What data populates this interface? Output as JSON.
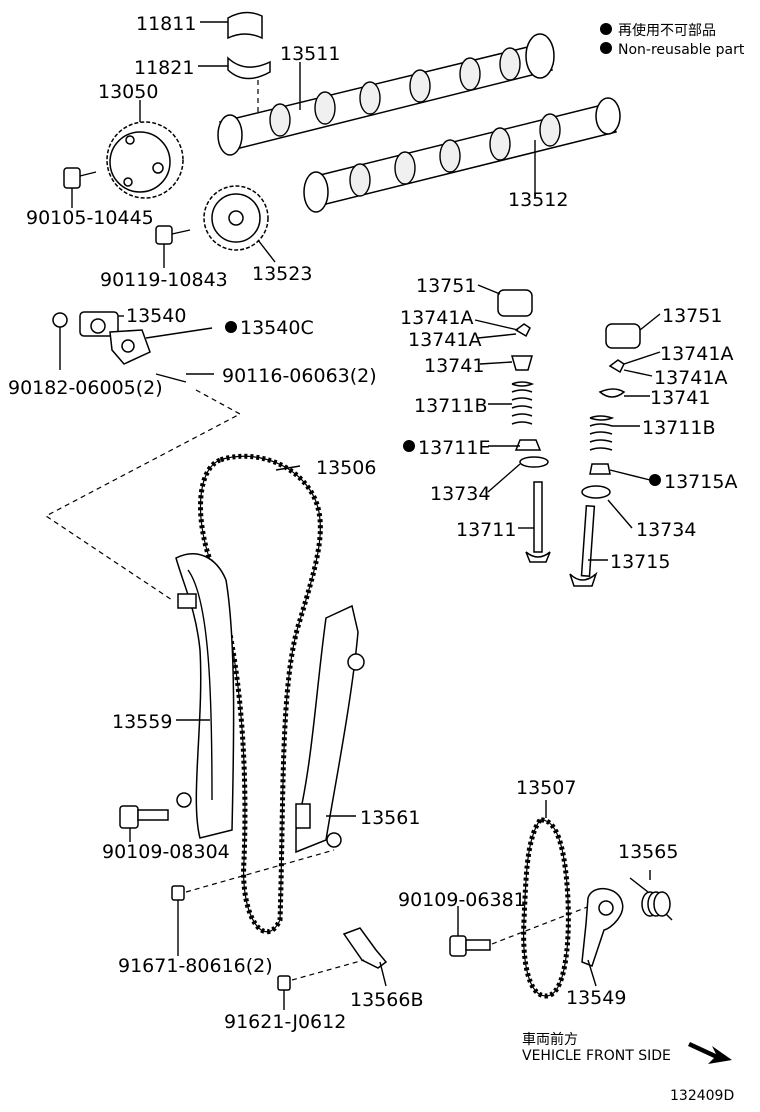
{
  "legend": {
    "jp": "再使用不可部品",
    "en": "Non-reusable part"
  },
  "labels": {
    "p11811": "11811",
    "p11821": "11821",
    "p13511": "13511",
    "p13050": "13050",
    "p90105": "90105-10445",
    "p13512": "13512",
    "p90119": "90119-10843",
    "p13523": "13523",
    "p13540": "13540",
    "p13540c": "13540C",
    "p90182": "90182-06005(2)",
    "p90116": "90116-06063(2)",
    "p13751a": "13751",
    "p13741a_1": "13741A",
    "p13741a_2": "13741A",
    "p13741_1": "13741",
    "p13711b_1": "13711B",
    "p13711e": "13711E",
    "p13734_1": "13734",
    "p13711": "13711",
    "p13751b": "13751",
    "p13741a_3": "13741A",
    "p13741a_4": "13741A",
    "p13741_2": "13741",
    "p13711b_2": "13711B",
    "p13715a": "13715A",
    "p13734_2": "13734",
    "p13715": "13715",
    "p13506": "13506",
    "p13559": "13559",
    "p90109a": "90109-08304",
    "p13561": "13561",
    "p13507": "13507",
    "p13565": "13565",
    "p90109b": "90109-06381",
    "p91671": "91671-80616(2)",
    "p13549": "13549",
    "p13566b": "13566B",
    "p91621": "91621-J0612"
  },
  "direction": {
    "jp": "車両前方",
    "en": "VEHICLE FRONT SIDE"
  },
  "diagram_code": "132409D"
}
